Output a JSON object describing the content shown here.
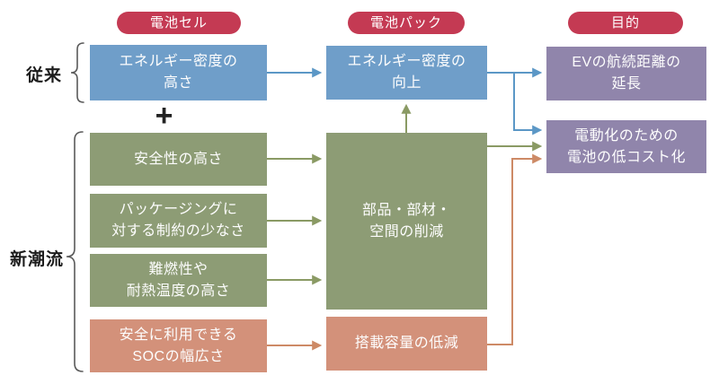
{
  "colors": {
    "header_red": "#c43a53",
    "box_blue": "#6f9ec9",
    "box_green": "#8d9c75",
    "box_salmon": "#d3917a",
    "box_purple": "#9085ab",
    "arrow_blue": "#5b97c6",
    "arrow_green": "#8a9a64",
    "arrow_orange": "#cd8a66",
    "brace_gray": "#5a5a5a"
  },
  "headers": {
    "cell": "電池セル",
    "pack": "電池パック",
    "purpose": "目的"
  },
  "row_labels": {
    "conventional": "従来",
    "new_trend": "新潮流",
    "plus_sign": "+"
  },
  "cell_column": {
    "energy_density": "エネルギー密度の\n高さ",
    "safety": "安全性の高さ",
    "packaging": "パッケージングに\n対する制約の少なさ",
    "flame_resistance": "難燃性や\n耐熱温度の高さ",
    "soc_range": "安全に利用できる\nSOCの幅広さ"
  },
  "pack_column": {
    "energy_density_up": "エネルギー密度の\n向上",
    "parts_reduction": "部品・部材・\n空間の削減",
    "capacity_reduction": "搭載容量の低減"
  },
  "purpose_column": {
    "ev_range": "EVの航続距離の\n延長",
    "cost_reduction": "電動化のための\n電池の低コスト化"
  }
}
